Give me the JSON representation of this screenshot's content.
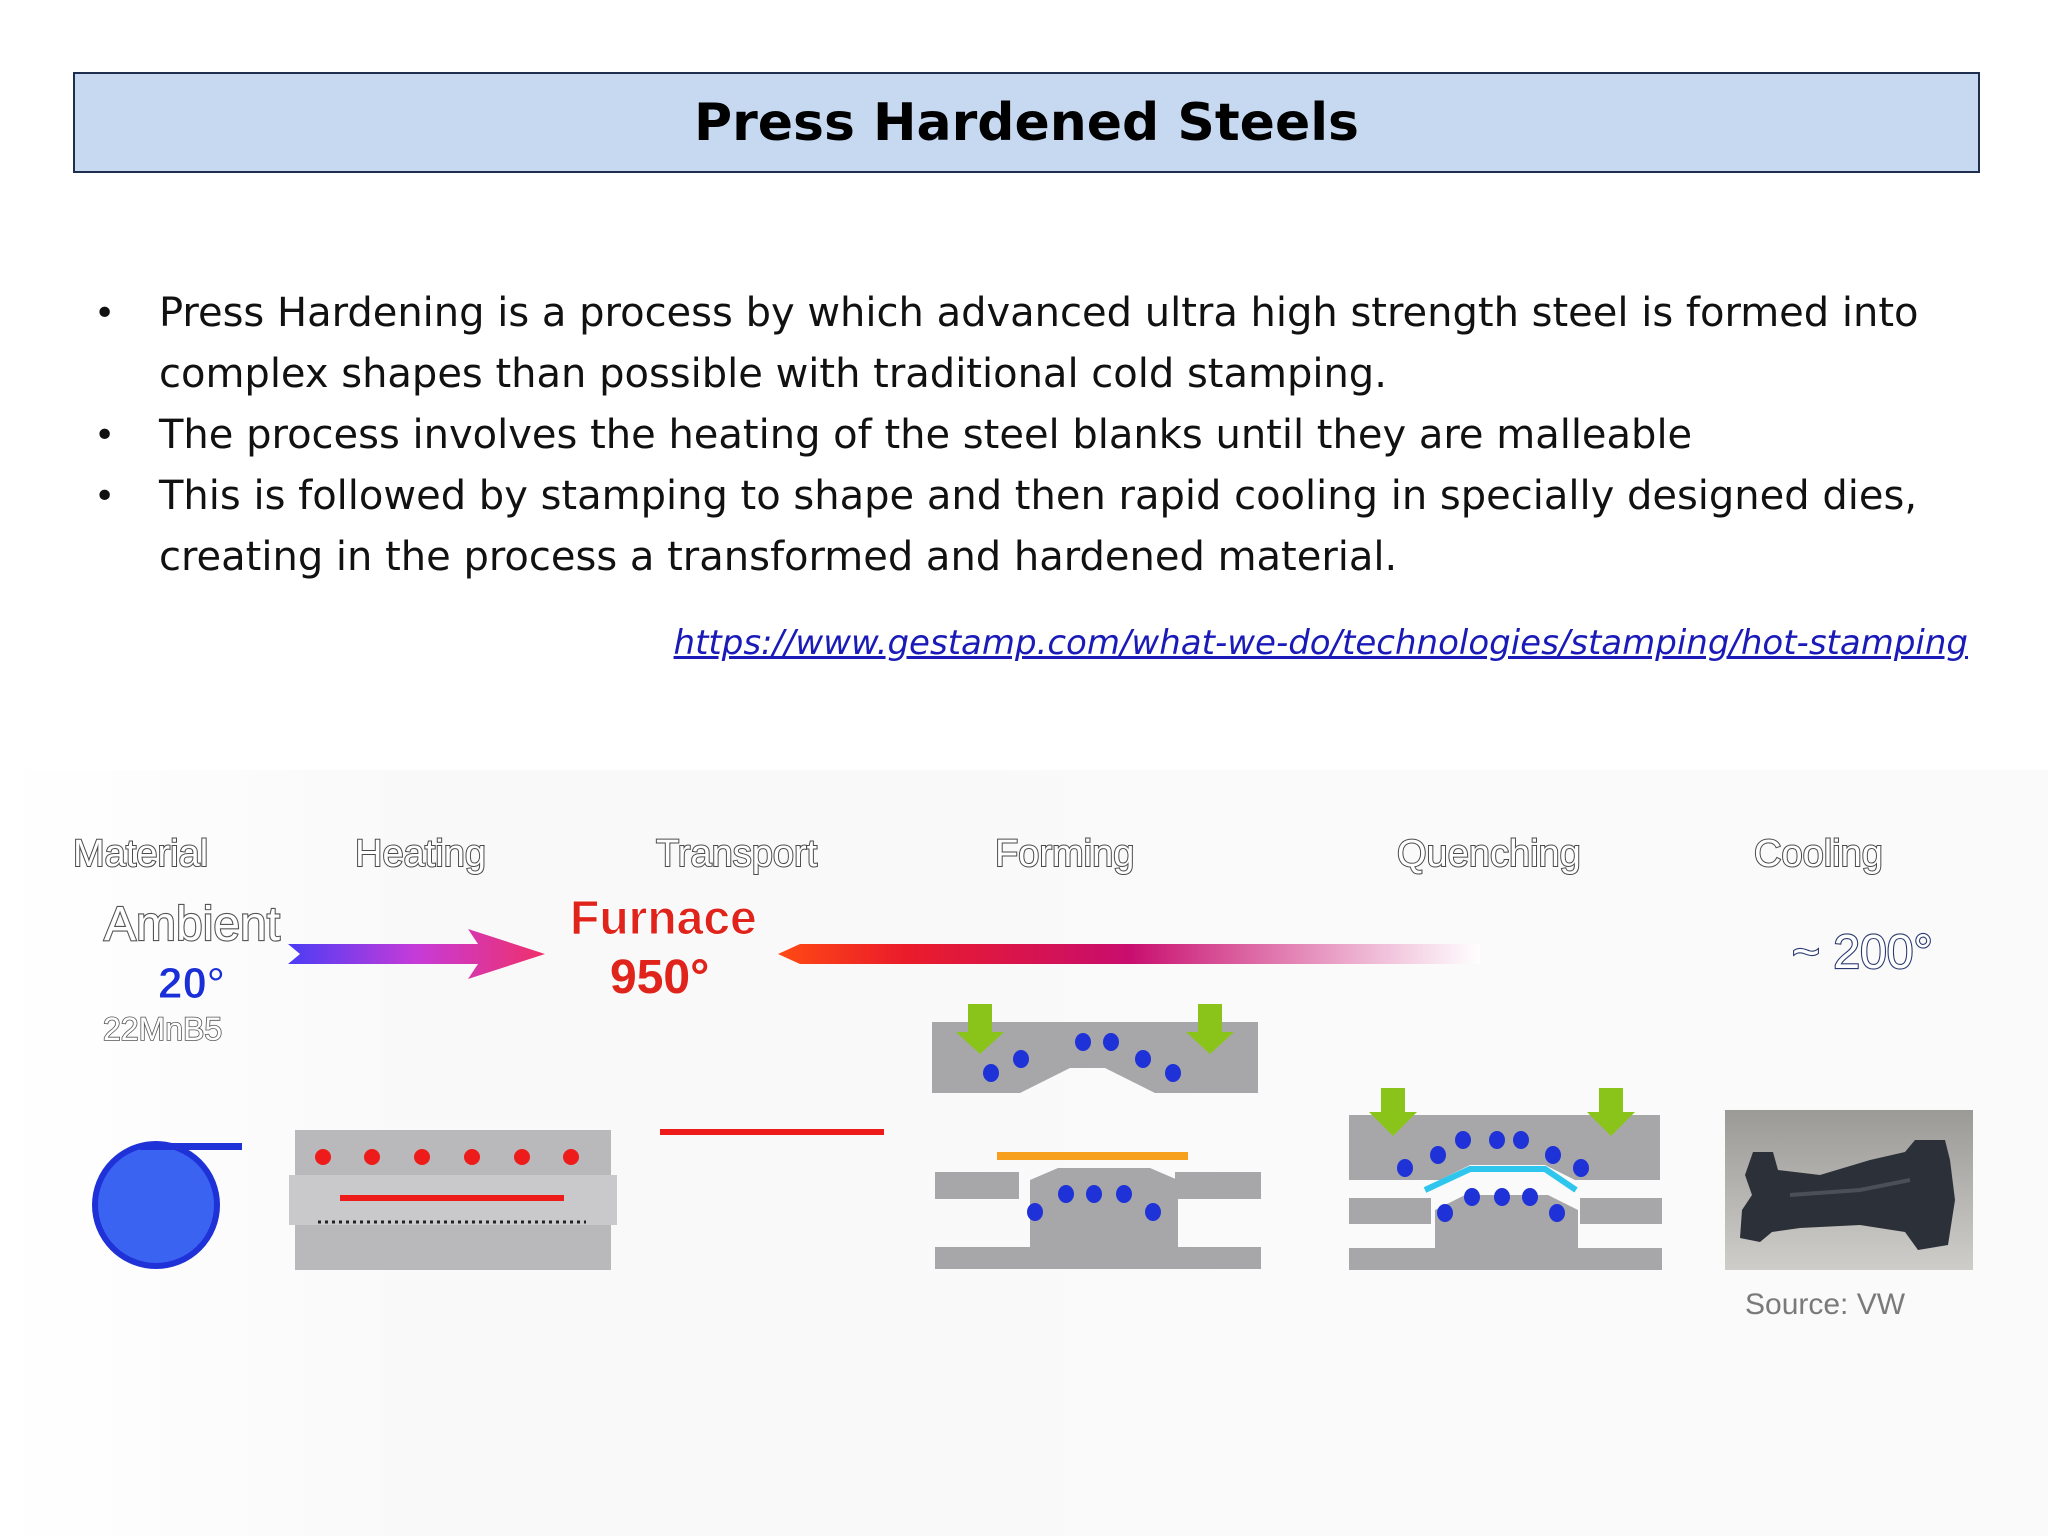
{
  "title": "Press Hardened Steels",
  "bullets": [
    "Press Hardening is a process by which advanced ultra high strength steel is formed into complex shapes than possible with traditional cold stamping.",
    "The process involves the heating of the steel blanks until they are malleable",
    "This is followed by stamping to shape and then rapid cooling in specially designed dies, creating in the process a transformed and hardened material."
  ],
  "bullet_symbol": "•",
  "link": "https://www.gestamp.com/what-we-do/technologies/stamping/hot-stamping",
  "diagram": {
    "stages": [
      "Material",
      "Heating",
      "Transport",
      "Forming",
      "Quenching",
      "Cooling"
    ],
    "ambient_label": "Ambient",
    "ambient_temp": "20°",
    "material_grade": "22MnB5",
    "furnace_label": "Furnace",
    "furnace_temp": "950°",
    "cooling_temp": "~ 200°",
    "photo_source": "Source: VW",
    "colors": {
      "ambient_temp": "#1a2fd8",
      "furnace": "#e0231b",
      "coil": "#3a63f2",
      "die": "#a7a7a9",
      "dots_hot": "#ee1b1b",
      "dots_cool": "#1e32d8",
      "press_arrow": "#8ac41a",
      "blank_orange": "#f6a01e",
      "quench_blank": "#2fc6ee"
    }
  }
}
